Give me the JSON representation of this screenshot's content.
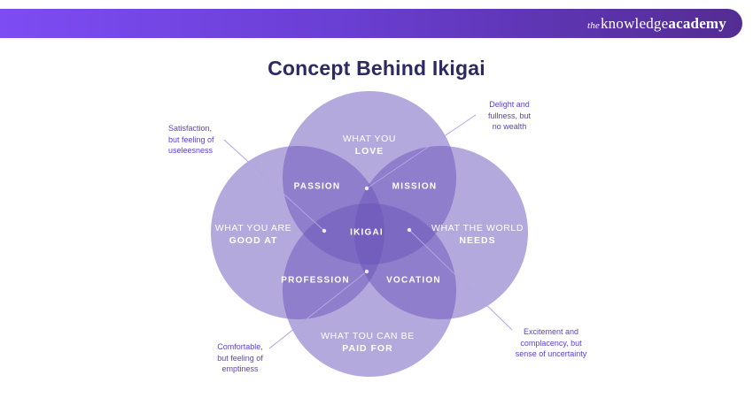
{
  "header": {
    "logo_the": "the",
    "logo_knowledge": "knowledge",
    "logo_academy": "academy"
  },
  "title": "Concept Behind Ikigai",
  "diagram": {
    "circle_love": {
      "line1": "WHAT YOU",
      "line2": "LOVE"
    },
    "circle_good_at": {
      "line1": "WHAT YOU ARE",
      "line2": "GOOD AT"
    },
    "circle_needs": {
      "line1": "WHAT THE WORLD",
      "line2": "NEEDS"
    },
    "circle_paid_for": {
      "line1": "WHAT TOU CAN BE",
      "line2": "PAID FOR"
    },
    "overlap_passion": "PASSION",
    "overlap_mission": "MISSION",
    "overlap_ikigai": "IKIGAI",
    "overlap_profession": "PROFESSION",
    "overlap_vocation": "VOCATION",
    "annotation_top_left": {
      "line1": "Satisfaction,",
      "line2": "but feeling of",
      "line3": "useleesness"
    },
    "annotation_top_right": {
      "line1": "Delight and",
      "line2": "fullness, but",
      "line3": "no wealth"
    },
    "annotation_bottom_left": {
      "line1": "Comfortable,",
      "line2": "but feeling of",
      "line3": "emptiness"
    },
    "annotation_bottom_right": {
      "line1": "Excitement and",
      "line2": "complacency, but",
      "line3": "sense of uncertainty"
    }
  },
  "colors": {
    "header_gradient_start": "#7d4cf3",
    "header_gradient_end": "#532d92",
    "title_text": "#2d2a63",
    "circle_fill_rgba": "rgba(106,83,186,0.5)",
    "circle_label_text": "#ffffff",
    "annotation_text": "#5b3ed2",
    "callout_line": "#b0a4e2",
    "callout_dot": "#efecf9"
  }
}
